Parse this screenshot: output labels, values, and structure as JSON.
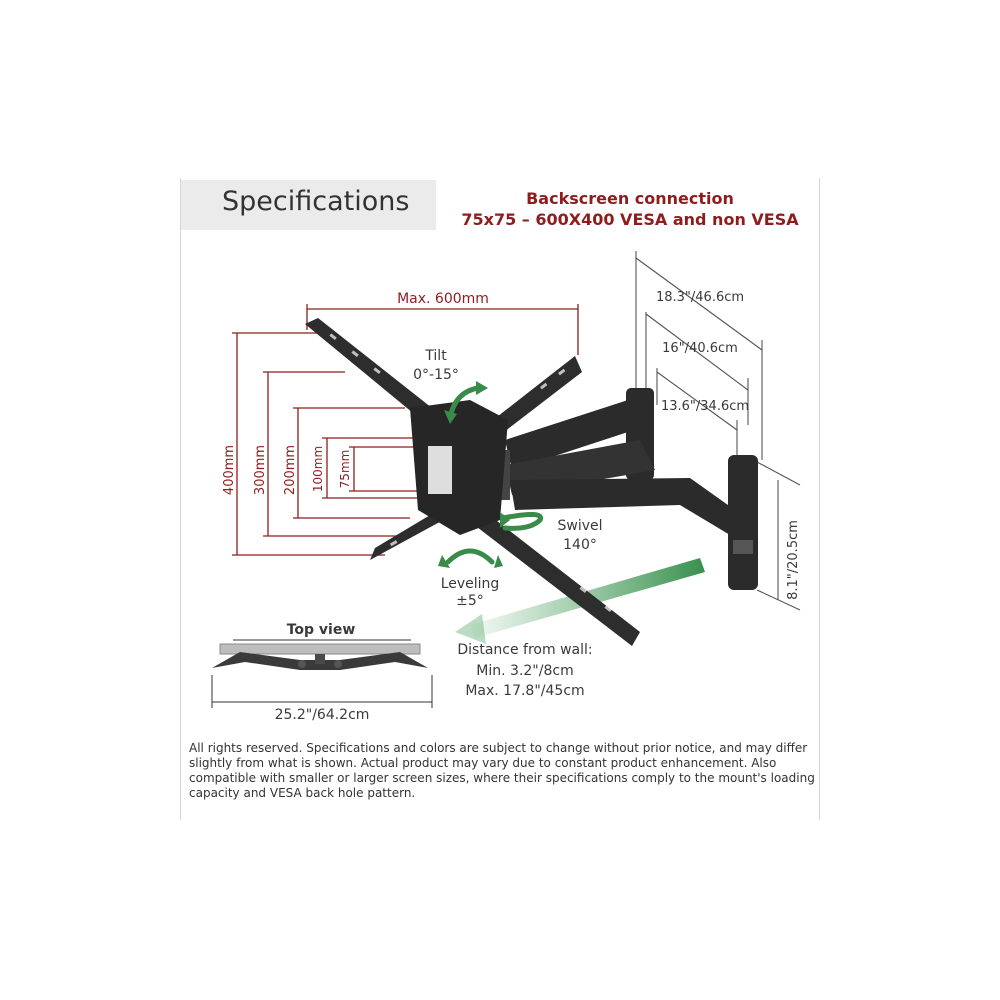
{
  "header": {
    "title": "Specifications",
    "backscreen_line1": "Backscreen connection",
    "backscreen_line2": "75x75 – 600X400 VESA and non VESA"
  },
  "vesa": {
    "max_width": "Max. 600mm",
    "h400": "400mm",
    "h300": "300mm",
    "h200": "200mm",
    "h100": "100mm",
    "h75": "75mm"
  },
  "motion": {
    "tilt_label": "Tilt",
    "tilt_value": "0°-15°",
    "swivel_label": "Swivel",
    "swivel_value": "140°",
    "leveling_label": "Leveling",
    "leveling_value": "±5°"
  },
  "arm": {
    "len1": "18.3\"/46.6cm",
    "len2": "16\"/40.6cm",
    "len3": "13.6\"/34.6cm",
    "height": "8.1\"/20.5cm"
  },
  "distance": {
    "title": "Distance from wall:",
    "min": "Min. 3.2\"/8cm",
    "max": "Max. 17.8\"/45cm"
  },
  "top_view": {
    "title": "Top view",
    "width": "25.2\"/64.2cm"
  },
  "colors": {
    "accent": "#8e1d1d",
    "arrow_green": "#3a8a4a",
    "metal": "#2b2b2b"
  },
  "disclaimer": "All rights reserved. Specifications and colors are subject to change without prior notice, and may differ slightly from what is shown. Actual product may vary due to constant product enhancement. Also compatible with smaller or larger screen sizes, where their specifications comply to the mount's loading capacity and VESA back hole pattern."
}
